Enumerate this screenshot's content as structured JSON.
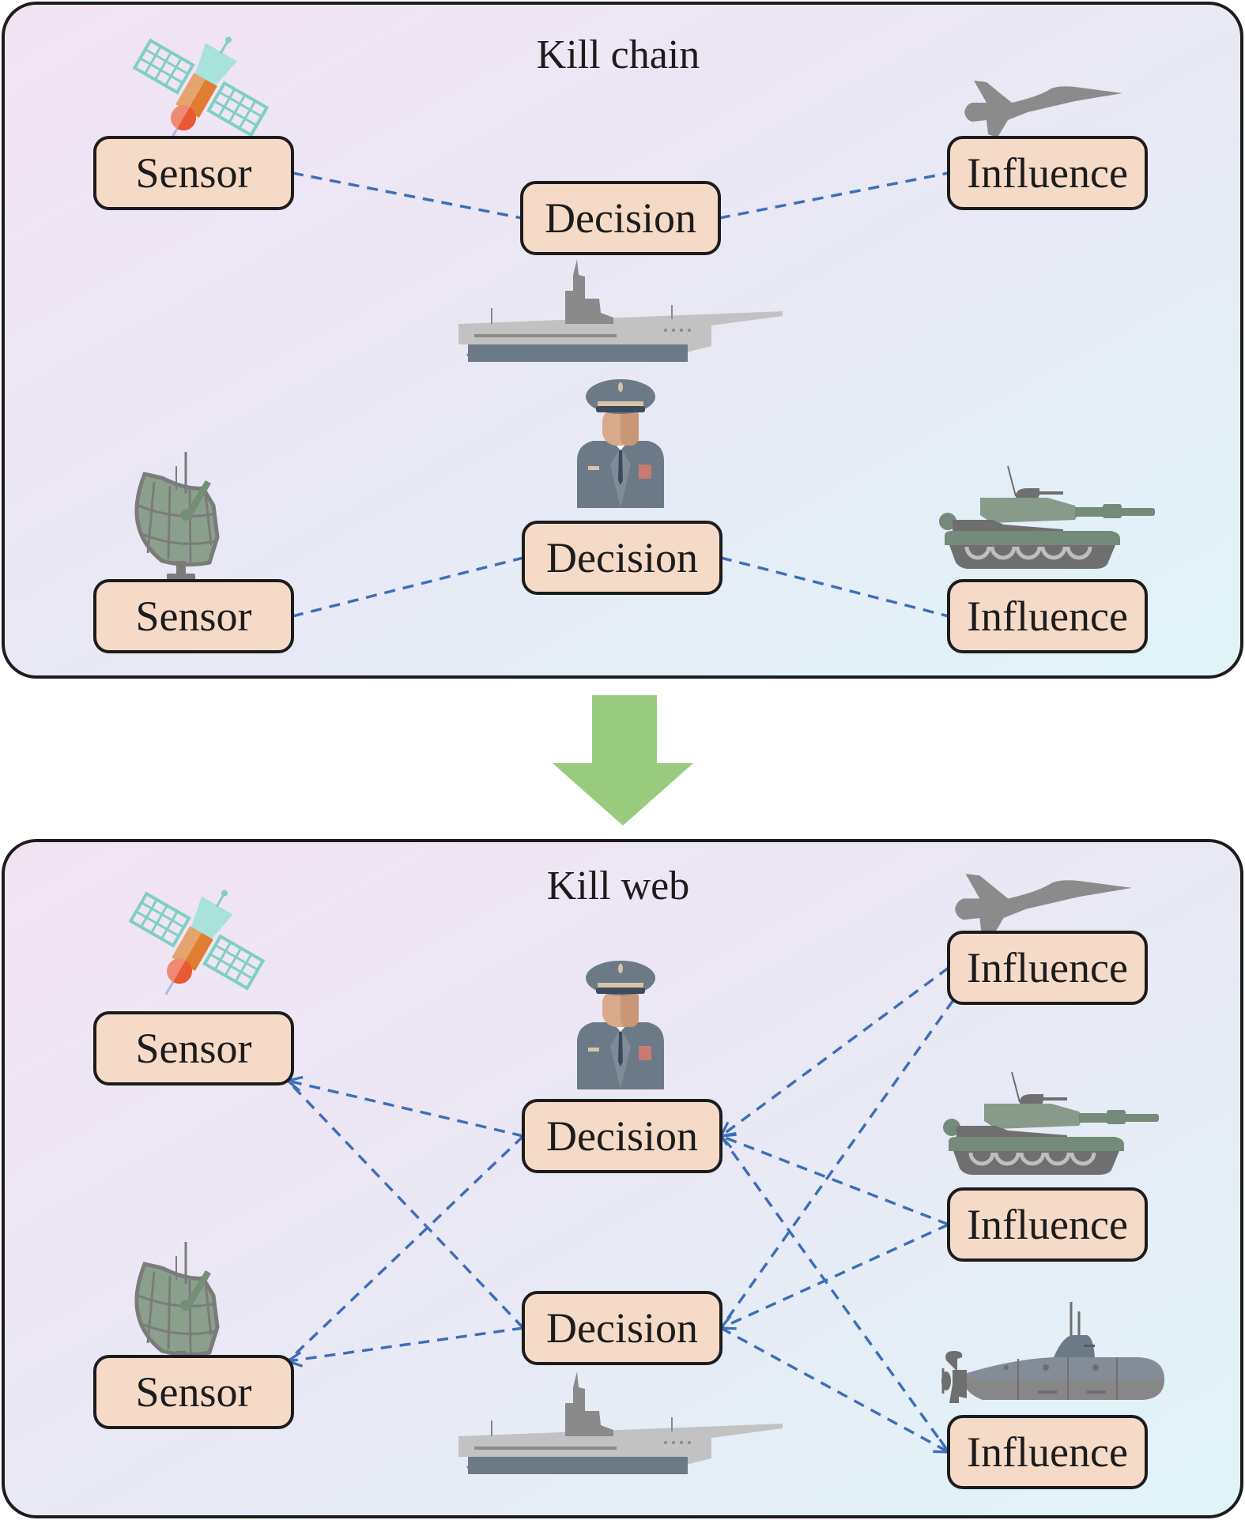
{
  "colors": {
    "node_fill": "#f6dac8",
    "node_stroke": "#1c1c1c",
    "link": "#3d6fb8",
    "arrow": "#98cb7e",
    "panel_grad_start": "#f1e4f3",
    "panel_grad_mid": "#e9e9f5",
    "panel_grad_end": "#e1f3f8"
  },
  "panels": [
    {
      "id": "chain",
      "title": "Kill chain",
      "nodes": [
        {
          "id": "s1",
          "type": "sensor",
          "label": "Sensor",
          "icon": "satellite-icon"
        },
        {
          "id": "d1",
          "type": "decision",
          "label": "Decision",
          "icon": "aircraft-carrier-icon"
        },
        {
          "id": "i1",
          "type": "influence",
          "label": "Influence",
          "icon": "fighter-jet-icon"
        },
        {
          "id": "s2",
          "type": "sensor",
          "label": "Sensor",
          "icon": "radar-dish-icon"
        },
        {
          "id": "d2",
          "type": "decision",
          "label": "Decision",
          "icon": "commander-icon"
        },
        {
          "id": "i2",
          "type": "influence",
          "label": "Influence",
          "icon": "tank-icon"
        }
      ],
      "links": [
        {
          "from": "s1",
          "to": "d1",
          "arrow": false
        },
        {
          "from": "d1",
          "to": "i1",
          "arrow": false
        },
        {
          "from": "s2",
          "to": "d2",
          "arrow": false
        },
        {
          "from": "d2",
          "to": "i2",
          "arrow": false
        }
      ]
    },
    {
      "id": "web",
      "title": "Kill web",
      "nodes": [
        {
          "id": "s1",
          "type": "sensor",
          "label": "Sensor",
          "icon": "satellite-icon"
        },
        {
          "id": "s2",
          "type": "sensor",
          "label": "Sensor",
          "icon": "radar-dish-icon"
        },
        {
          "id": "d1",
          "type": "decision",
          "label": "Decision",
          "icon": "commander-icon"
        },
        {
          "id": "d2",
          "type": "decision",
          "label": "Decision",
          "icon": "aircraft-carrier-icon"
        },
        {
          "id": "i1",
          "type": "influence",
          "label": "Influence",
          "icon": "fighter-jet-icon"
        },
        {
          "id": "i2",
          "type": "influence",
          "label": "Influence",
          "icon": "tank-icon"
        },
        {
          "id": "i3",
          "type": "influence",
          "label": "Influence",
          "icon": "submarine-icon"
        }
      ],
      "links": [
        {
          "from": "d1",
          "to": "s1",
          "arrow": true
        },
        {
          "from": "d2",
          "to": "s1",
          "arrow": false
        },
        {
          "from": "d1",
          "to": "s2",
          "arrow": false
        },
        {
          "from": "d2",
          "to": "s2",
          "arrow": true
        },
        {
          "from": "i1",
          "to": "d1",
          "arrow": true
        },
        {
          "from": "i1",
          "to": "d2",
          "arrow": false
        },
        {
          "from": "i2",
          "to": "d1",
          "arrow": true
        },
        {
          "from": "i2",
          "to": "d2",
          "arrow": true
        },
        {
          "from": "d1",
          "to": "i3",
          "arrow": false
        },
        {
          "from": "d2",
          "to": "i3",
          "arrow": true
        }
      ]
    }
  ],
  "transition": {
    "icon": "down-arrow-icon",
    "meaning": "evolves into"
  }
}
